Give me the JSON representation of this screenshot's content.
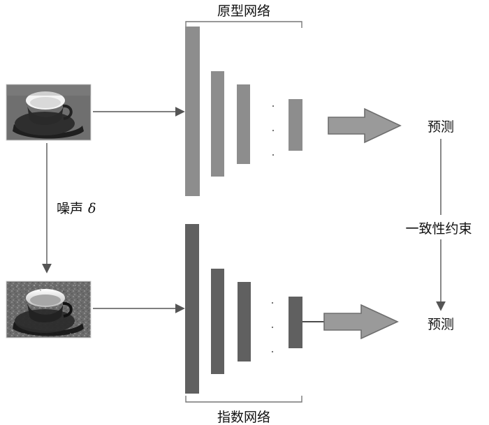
{
  "labels": {
    "top_network": "原型网络",
    "bottom_network": "指数网络",
    "top_prediction": "预测",
    "bottom_prediction": "预测",
    "noise": "噪声",
    "noise_symbol": "δ",
    "consistency": "一致性约束"
  },
  "colors": {
    "background": "#ffffff",
    "line": "#555555",
    "bracket": "#777777",
    "top_layers": "#8d8d8d",
    "bottom_layers": "#606060",
    "arrow_fill": "#9a9a9a",
    "arrow_stroke": "#6e6e6e"
  },
  "icons": {
    "input_image": "cup-photo-icon",
    "noisy_image": "noisy-cup-photo-icon"
  }
}
